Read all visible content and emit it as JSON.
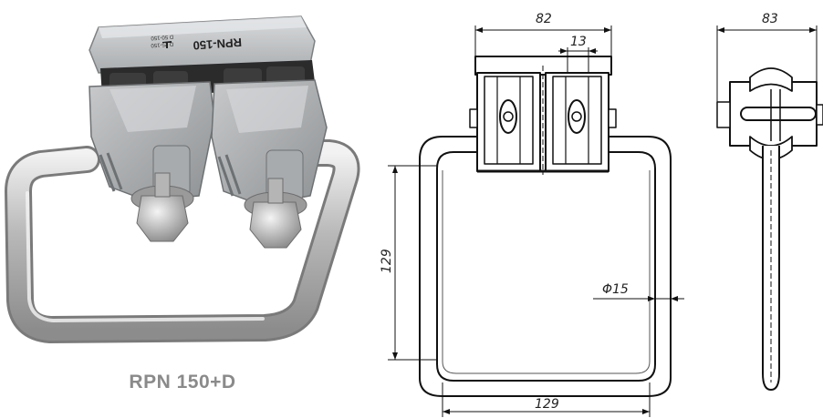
{
  "product_caption": "RPN 150+D",
  "clamp_label": "RPN-150",
  "clamp_small_text": [
    "D 50-150",
    "D 25-150"
  ],
  "dimensions": {
    "top_width": "82",
    "slot_width": "13",
    "side_width": "83",
    "height": "129",
    "bottom_width": "129",
    "rod_diameter": "Φ15"
  }
}
